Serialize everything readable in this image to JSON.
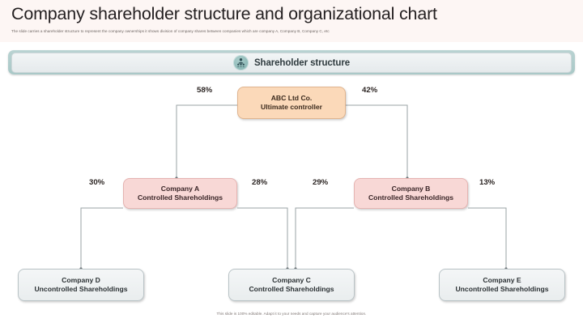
{
  "header": {
    "title": "Company shareholder structure and organizational chart",
    "subtitle": "The slide carries a shareholder structure to represent the company ownerships it shows division of company shares between companies which are company A, Company B, Company C, etc"
  },
  "banner": {
    "label": "Shareholder structure",
    "icon": "people-group-icon",
    "fill": "#a9c8c7"
  },
  "footnote": "This slide is 100% editable. Adapt it to your needs and capture your audience's attention.",
  "chart_data": {
    "type": "diagram",
    "title": "Shareholder structure",
    "nodes": [
      {
        "id": "root",
        "line1": "ABC Ltd Co.",
        "line2": "Ultimate controller",
        "style": "root",
        "fill": "#fbd9b9"
      },
      {
        "id": "companyA",
        "line1": "Company A",
        "line2": "Controlled Shareholdings",
        "style": "ctrl",
        "fill": "#f8d8d6"
      },
      {
        "id": "companyB",
        "line1": "Company B",
        "line2": "Controlled Shareholdings",
        "style": "ctrl",
        "fill": "#f8d8d6"
      },
      {
        "id": "companyD",
        "line1": "Company D",
        "line2": "Uncontrolled Shareholdings",
        "style": "plain",
        "fill": "#eef1f2"
      },
      {
        "id": "companyC",
        "line1": "Company C",
        "line2": "Controlled Shareholdings",
        "style": "plain",
        "fill": "#eef1f2"
      },
      {
        "id": "companyE",
        "line1": "Company E",
        "line2": "Uncontrolled Shareholdings",
        "style": "plain",
        "fill": "#eef1f2"
      }
    ],
    "edges": [
      {
        "from": "root",
        "to": "companyA",
        "label": "58%"
      },
      {
        "from": "root",
        "to": "companyB",
        "label": "42%"
      },
      {
        "from": "companyA",
        "to": "companyD",
        "label": "30%"
      },
      {
        "from": "companyA",
        "to": "companyC",
        "label": "28%"
      },
      {
        "from": "companyB",
        "to": "companyC",
        "label": "29%"
      },
      {
        "from": "companyB",
        "to": "companyE",
        "label": "13%"
      }
    ]
  }
}
